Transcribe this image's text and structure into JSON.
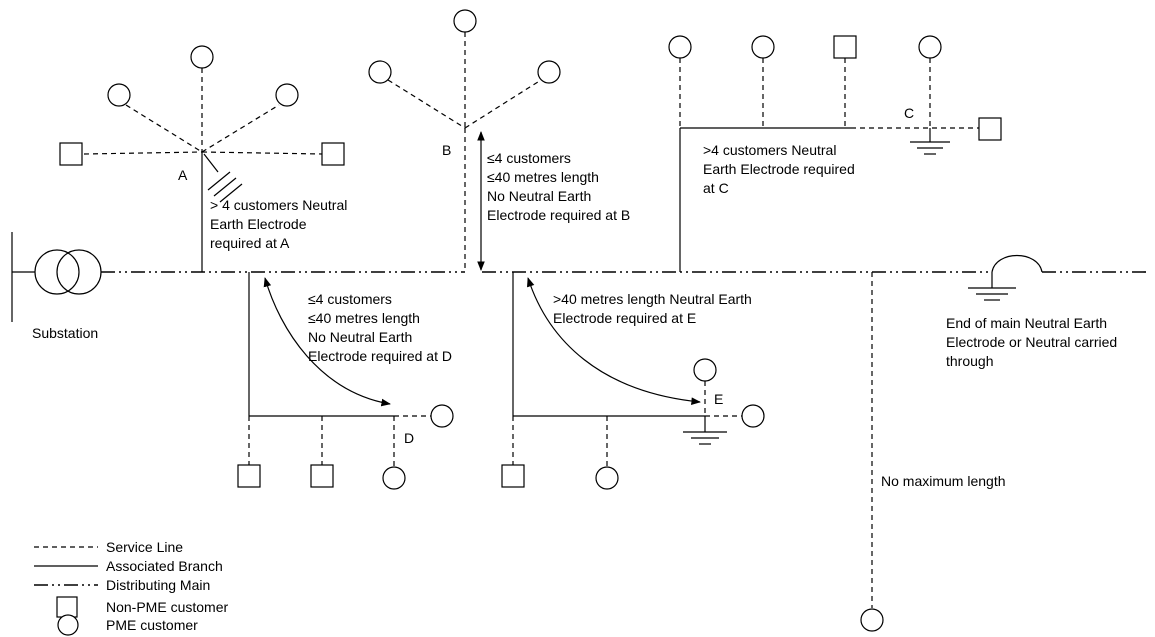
{
  "labels": {
    "a": "A",
    "b": "B",
    "c": "C",
    "d": "D",
    "e": "E",
    "substation": "Substation"
  },
  "notes": {
    "a": [
      "> 4 customers Neutral",
      "Earth Electrode",
      "required at A"
    ],
    "b": [
      "≤4 customers",
      "≤40 metres length",
      "No Neutral Earth",
      "Electrode required at B"
    ],
    "c": [
      ">4 customers Neutral",
      "Earth Electrode required",
      "at C"
    ],
    "d": [
      "≤4 customers",
      "≤40 metres length",
      "No Neutral Earth",
      "Electrode required at D"
    ],
    "e": [
      ">40 metres length Neutral Earth",
      "Electrode required at E"
    ],
    "end": [
      "End of main Neutral Earth",
      "Electrode or Neutral carried",
      "through"
    ],
    "no_max": "No maximum length"
  },
  "legend": [
    {
      "symbol": "service-line",
      "label": "Service Line"
    },
    {
      "symbol": "associated-branch",
      "label": "Associated Branch"
    },
    {
      "symbol": "distributing-main",
      "label": "Distributing Main"
    },
    {
      "symbol": "non-pme-square",
      "label": "Non-PME customer"
    },
    {
      "symbol": "pme-circle",
      "label": "PME customer"
    }
  ]
}
